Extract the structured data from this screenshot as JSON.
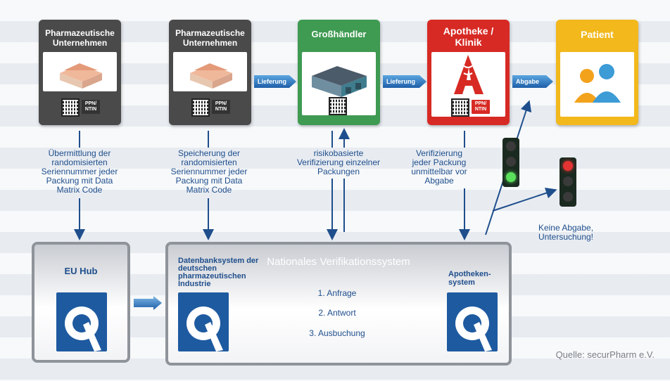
{
  "stages": [
    {
      "title": "Pharmazeutische Unternehmen",
      "ppn": "PPN/ NTIN"
    },
    {
      "title": "Pharmazeutische Unternehmen",
      "ppn": "PPN/ NTIN"
    },
    {
      "title": "Großhändler"
    },
    {
      "title": "Apotheke / Klinik",
      "ppn": "PPN/ NTIN"
    },
    {
      "title": "Patient"
    }
  ],
  "flow_labels": {
    "lieferung1": "Lieferung",
    "lieferung2": "Lieferung",
    "abgabe": "Abgabe"
  },
  "captions": {
    "c1": "Übermittlung der randomisierten Seriennummer jeder Packung mit Data Matrix Code",
    "c2": "Speicherung der randomisierten Seriennummer jeder Packung mit Data Matrix Code",
    "c3": "risikobasierte Verifizierung einzelner Packungen",
    "c4": "Verifizierung jeder Packung unmittelbar vor Abgabe",
    "no_dispense": "Keine Abgabe, Untersuchung!"
  },
  "eu_hub": {
    "title": "EU Hub"
  },
  "national": {
    "title": "Nationales Verifikationssystem",
    "db_label": "Datenbanksystem der deutschen pharmazeutischen Industrie",
    "pharmacy_label": "Apotheken- system",
    "steps": [
      "1. Anfrage",
      "2. Antwort",
      "3. Ausbuchung"
    ]
  },
  "source": "Quelle: securPharm e.V.",
  "colors": {
    "dark_grey": "#4a4a4a",
    "green": "#3f9a52",
    "red": "#d72a24",
    "yellow": "#f2b81c",
    "blue": "#1f4e8c",
    "logo_blue": "#1e5aa0"
  }
}
